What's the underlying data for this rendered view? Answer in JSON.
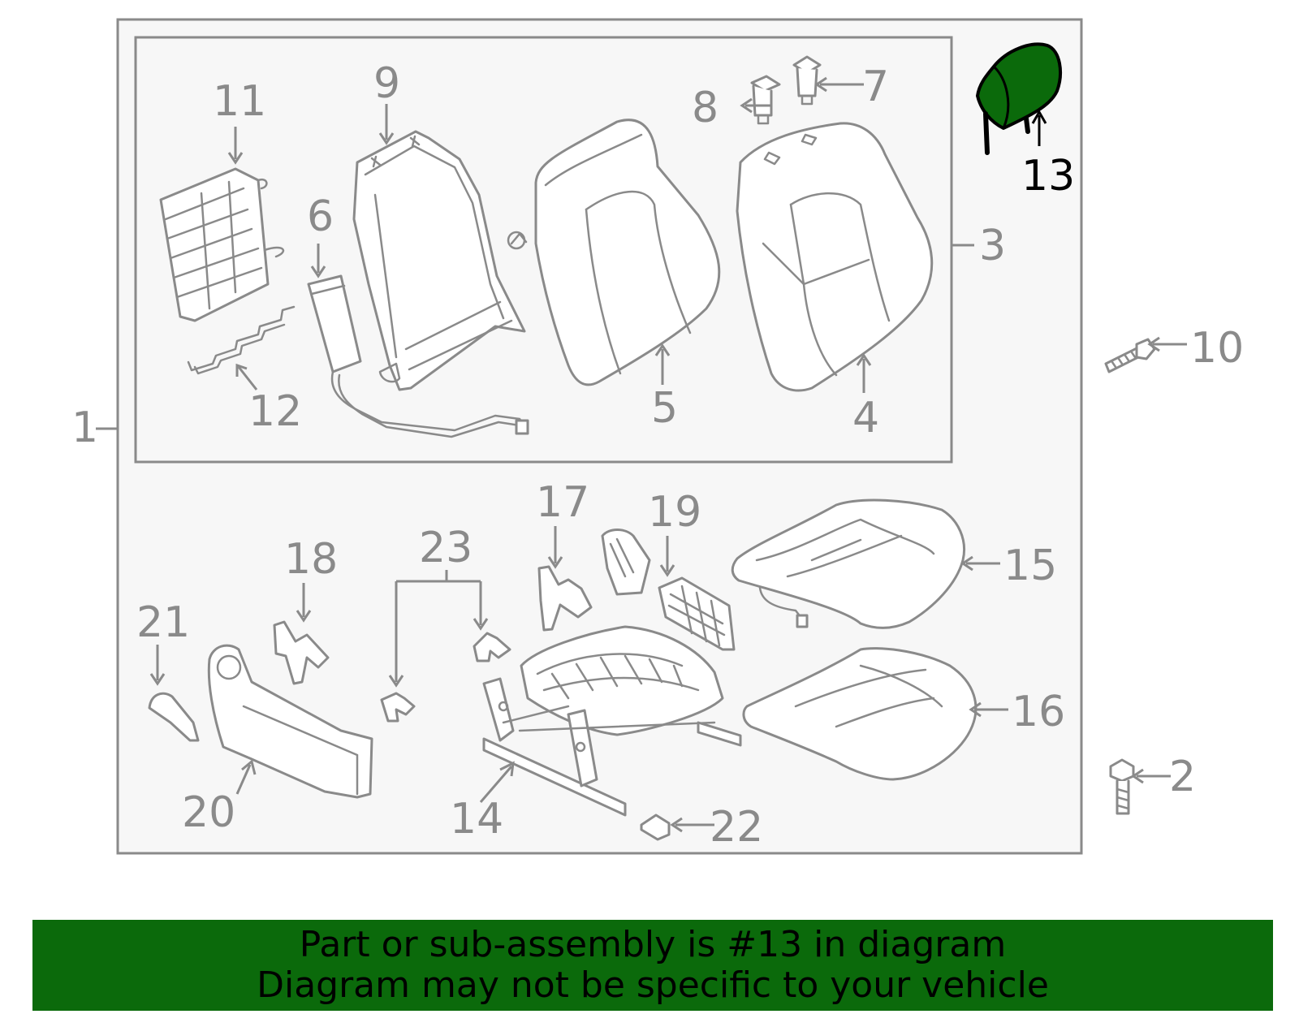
{
  "diagram": {
    "labels": {
      "l1": "1",
      "l2": "2",
      "l3": "3",
      "l4": "4",
      "l5": "5",
      "l6": "6",
      "l7": "7",
      "l8": "8",
      "l9": "9",
      "l10": "10",
      "l11": "11",
      "l12": "12",
      "l13": "13",
      "l14": "14",
      "l15": "15",
      "l16": "16",
      "l17": "17",
      "l18": "18",
      "l19": "19",
      "l20": "20",
      "l21": "21",
      "l22": "22",
      "l23": "23"
    },
    "highlight_part": "13",
    "highlight_color": "#0b6a0b",
    "line_color": "#8a8a8a"
  },
  "banner": {
    "line1": "Part or sub-assembly is #13 in diagram",
    "line2": "Diagram may not be specific to your vehicle",
    "background": "#0b6a0b"
  }
}
